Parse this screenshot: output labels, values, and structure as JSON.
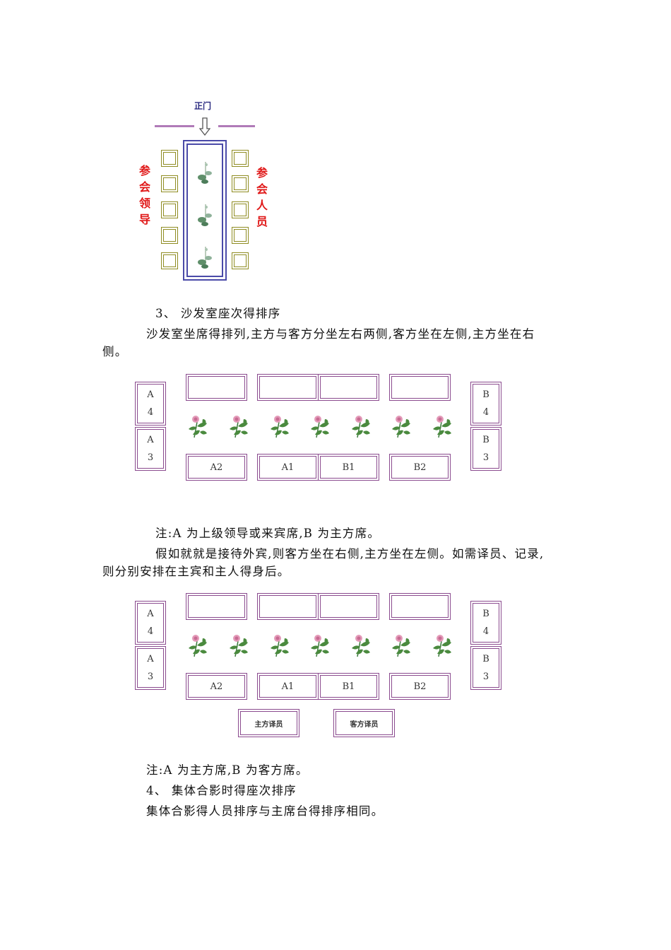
{
  "diagram1": {
    "door_label": "正门",
    "left_label": "参会领导",
    "right_label": "参会人员"
  },
  "section3": {
    "heading": "3、 沙发室座次得排序",
    "para_line1": "沙发室坐席得排列,主方与客方分坐左右两侧,客方坐在左侧,主方坐在右",
    "para_line2": "侧。"
  },
  "sofa1": {
    "left": [
      {
        "letter": "A",
        "num": "4"
      },
      {
        "letter": "A",
        "num": "3"
      }
    ],
    "right": [
      {
        "letter": "B",
        "num": "4"
      },
      {
        "letter": "B",
        "num": "3"
      }
    ],
    "bottom": [
      "A2",
      "A1",
      "B1",
      "B2"
    ]
  },
  "note1": "注:A 为上级领导或来宾席,B 为主方席。",
  "para2_line1": "假如就就是接待外宾,则客方坐在右侧,主方坐在左侧。如需译员、记录,",
  "para2_line2": "则分别安排在主宾和主人得身后。",
  "sofa2": {
    "left": [
      {
        "letter": "A",
        "num": "4"
      },
      {
        "letter": "A",
        "num": "3"
      }
    ],
    "right": [
      {
        "letter": "B",
        "num": "4"
      },
      {
        "letter": "B",
        "num": "3"
      }
    ],
    "bottom": [
      "A2",
      "A1",
      "B1",
      "B2"
    ],
    "interpreters": [
      "主方译员",
      "客方译员"
    ]
  },
  "note2": "注:A 为主方席,B 为客方席。",
  "section4": {
    "heading": "4、 集体合影时得座次排序",
    "para": "集体合影得人员排序与主席台得排序相同。"
  }
}
